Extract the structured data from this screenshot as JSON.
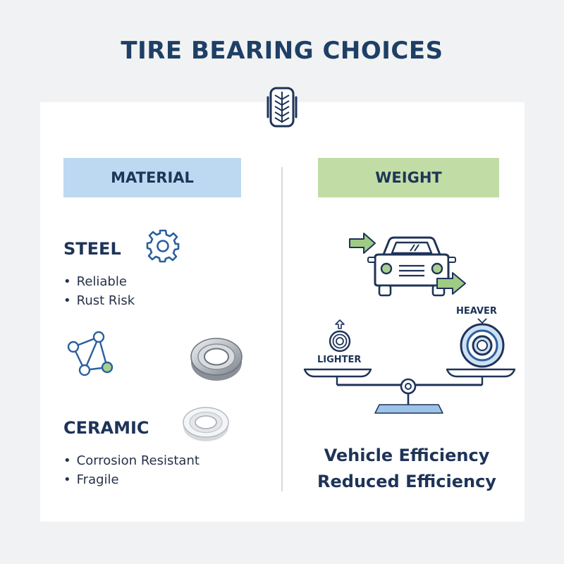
{
  "title": "TIRE BEARING CHOICES",
  "material": {
    "header": "MATERIAL",
    "steel": {
      "name": "STEEL",
      "points": [
        "Reliable",
        "Rust Risk"
      ]
    },
    "ceramic": {
      "name": "CERAMIC",
      "points": [
        "Corrosion Resistant",
        "Fragile"
      ]
    }
  },
  "weight": {
    "header": "WEIGHT",
    "lighter_label": "LIGHTER",
    "heavier_label": "HEAVER",
    "efficiency_lines": [
      "Vehicle Efficiency",
      "Reduced Efficiency"
    ]
  },
  "colors": {
    "navy": "#1e3358",
    "material_header": "#bcd9f1",
    "weight_header": "#c2dca6",
    "accent_green": "#8cbf6a",
    "accent_blue": "#7aaad6"
  }
}
